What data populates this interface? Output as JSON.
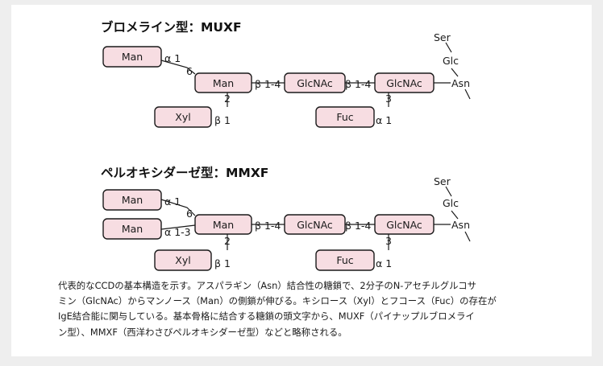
{
  "diagrams": [
    {
      "title": "ブロメライン型：MUXF",
      "boxes": {
        "man1": "Man",
        "man_core": "Man",
        "glcnac1": "GlcNAc",
        "glcnac2": "GlcNAc",
        "xyl": "Xyl",
        "fuc": "Fuc"
      },
      "links": {
        "man1_alpha": "α 1",
        "man1_pos": "6",
        "core_b14": "β 1-4",
        "glcnac_b14": "β 1-4",
        "xyl_pos": "2",
        "xyl_beta": "β 1",
        "fuc_pos": "3",
        "fuc_alpha": "α 1"
      },
      "peptide": {
        "ser": "Ser",
        "glc": "Glc",
        "asn": "Asn"
      }
    },
    {
      "title": "ペルオキシダーゼ型：MMXF",
      "boxes": {
        "man1": "Man",
        "man2": "Man",
        "man_core": "Man",
        "glcnac1": "GlcNAc",
        "glcnac2": "GlcNAc",
        "xyl": "Xyl",
        "fuc": "Fuc"
      },
      "links": {
        "man1_alpha": "α 1",
        "man1_pos": "6",
        "man2_alpha": "α 1-3",
        "core_b14": "β 1-4",
        "glcnac_b14": "β 1-4",
        "xyl_pos": "2",
        "xyl_beta": "β 1",
        "fuc_pos": "3",
        "fuc_alpha": "α 1"
      },
      "peptide": {
        "ser": "Ser",
        "glc": "Glc",
        "asn": "Asn"
      }
    }
  ],
  "caption_lines": [
    "代表的なCCDの基本構造を示す。アスパラギン（Asn）結合性の糖鎖で、2分子のN-アセチルグルコサ",
    "ミン（GlcNAc）からマンノース（Man）の側鎖が伸びる。キシロース（Xyl）とフコース（Fuc）の存在が",
    "IgE結合能に関与している。基本骨格に結合する糖鎖の頭文字から、MUXF（パイナップルブロメライ",
    "ン型）、MMXF（西洋わさびペルオキシダーゼ型）などと略称される。"
  ],
  "colors": {
    "box_fill": "#f7dde2",
    "stroke": "#1a1a1a",
    "background": "#eeeeee",
    "card": "#ffffff"
  }
}
